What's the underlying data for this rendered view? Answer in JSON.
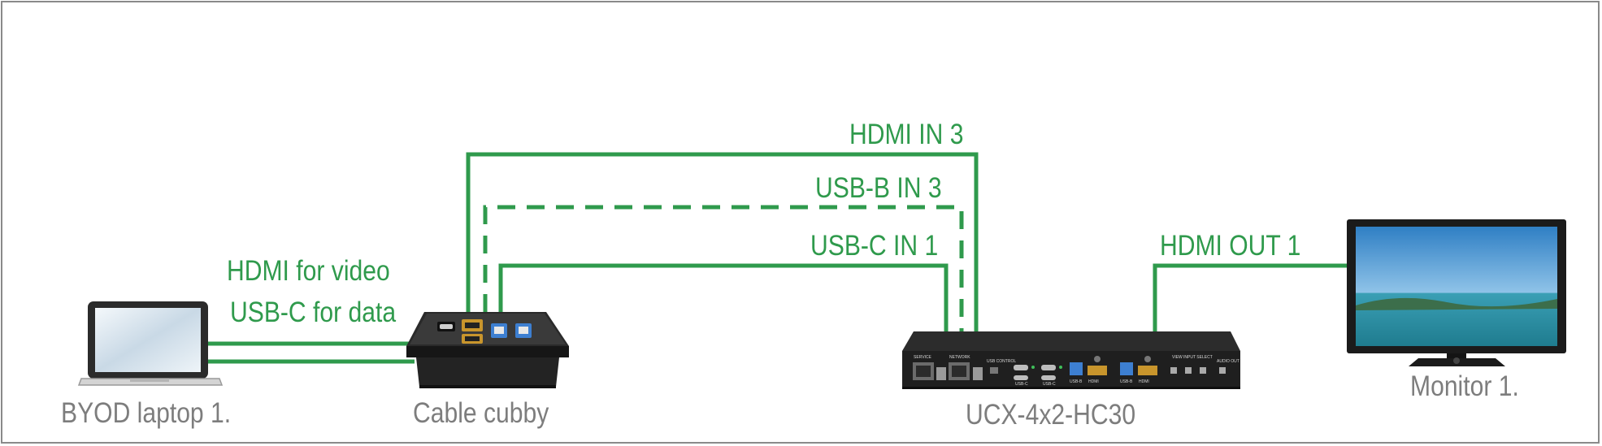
{
  "colors": {
    "cable": "#2f9a4c",
    "caption": "#7d7d7d",
    "frame": "#8a8a8a",
    "device": "#1f1f1f"
  },
  "cables": {
    "hdmi_in": "HDMI IN 3",
    "usbb_in": "USB-B IN 3",
    "usbc_in": "USB-C IN 1",
    "hdmi_out": "HDMI OUT 1",
    "laptop_hdmi": "HDMI for video",
    "laptop_usbc": "USB-C for data"
  },
  "devices": {
    "laptop": "BYOD laptop 1.",
    "cubby": "Cable cubby",
    "switcher": "UCX-4x2-HC30",
    "monitor": "Monitor 1."
  },
  "switcher_panel": [
    "SERVICE",
    "NETWORK",
    "USB CONTROL",
    "USB-C",
    "USB-C",
    "USB-B",
    "HDMI",
    "USB-B",
    "HDMI",
    "VIEW",
    "INPUT SELECT",
    "AUDIO OUT"
  ]
}
